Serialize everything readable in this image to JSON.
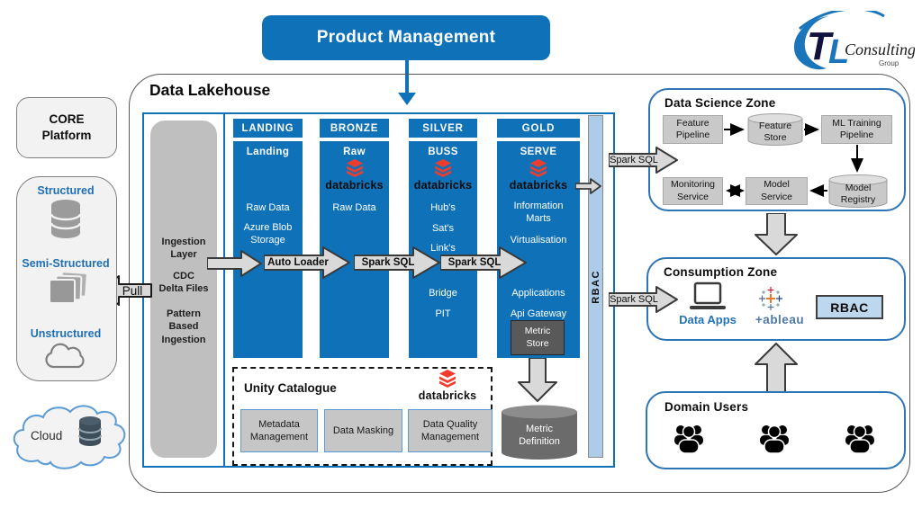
{
  "banner": {
    "label": "Product Management"
  },
  "logo": {
    "t": "T",
    "l": "L",
    "consulting": "Consulting",
    "group": "Group"
  },
  "outer": {
    "title": "Data Lakehouse"
  },
  "left": {
    "core": "CORE\nPlatform",
    "structured": "Structured",
    "semi_structured": "Semi-Structured",
    "unstructured": "Unstructured",
    "cloud": "Cloud",
    "pull": "Pull"
  },
  "ingestion": {
    "layer": "Ingestion\nLayer",
    "cdc": "CDC\nDelta Files",
    "pattern": "Pattern\nBased\nIngestion"
  },
  "columns": {
    "landing": {
      "header": "LANDING",
      "zone": "Landing",
      "i1": "Raw Data",
      "i2": "Azure Blob\nStorage"
    },
    "bronze": {
      "header": "BRONZE",
      "zone": "Raw",
      "brand": "databricks",
      "i1": "Raw Data"
    },
    "silver": {
      "header": "SILVER",
      "zone": "BUSS",
      "brand": "databricks",
      "i1": "Hub's",
      "i2": "Sat's",
      "i3": "Link's",
      "i4": "Bridge",
      "i5": "PIT"
    },
    "gold": {
      "header": "GOLD",
      "zone": "SERVE",
      "brand": "databricks",
      "i1": "Information\nMarts",
      "i2": "Virtualisation",
      "i3": "Applications",
      "i4": "Api Gateway",
      "metric_store": "Metric\nStore"
    }
  },
  "flow": {
    "a1": "Auto Loader",
    "a2": "Spark SQL",
    "a3": "Spark SQL"
  },
  "rbac_bar": {
    "label": "RBAC"
  },
  "unity": {
    "title": "Unity Catalogue",
    "brand": "databricks",
    "c1": "Metadata\nManagement",
    "c2": "Data Masking",
    "c3": "Data Quality\nManagement"
  },
  "metric_definition": {
    "label": "Metric\nDefinition"
  },
  "spark_out": {
    "top": "Spark SQL",
    "bottom": "Spark SQL"
  },
  "ds_zone": {
    "title": "Data Science Zone",
    "feature_pipeline": "Feature\nPipeline",
    "feature_store": "Feature\nStore",
    "ml_training": "ML Training\nPipeline",
    "monitoring": "Monitoring\nService",
    "model_service": "Model\nService",
    "model_registry": "Model\nRegistry"
  },
  "consumption": {
    "title": "Consumption Zone",
    "data_apps": "Data Apps",
    "tableau": "+ableau",
    "rbac": "RBAC"
  },
  "domain": {
    "title": "Domain Users"
  },
  "colors": {
    "primary_blue": "#0F72B8",
    "zone_border_blue": "#2E75B6",
    "rbac_bar_fill": "#ADCCEA",
    "rbac_box_fill": "#BDD7EE",
    "databricks_red": "#EE3D2C",
    "arrow_gray": "#D9D9D9",
    "node_gray": "#C9C9C9",
    "dark_gray": "#595959",
    "source_text_blue": "#1F6FB5",
    "tableau_blue": "#4E79A7"
  }
}
